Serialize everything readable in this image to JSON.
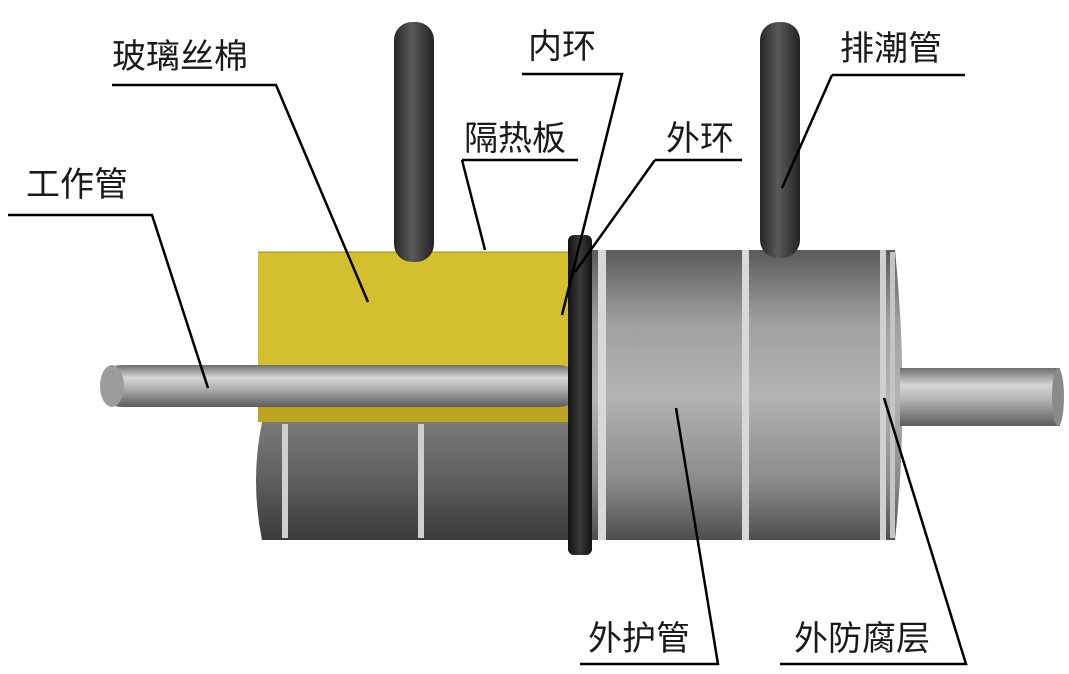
{
  "labels": {
    "glass_wool": "玻璃丝棉",
    "inner_ring": "内环",
    "drain_pipe": "排潮管",
    "insulation_board": "隔热板",
    "outer_ring": "外环",
    "work_pipe": "工作管",
    "jacket_pipe": "外护管",
    "anticorrosion_layer": "外防腐层"
  },
  "colors": {
    "insulation": "#d4bf2e",
    "insulation_shadow": "#b9a51f",
    "jacket": "#8e8e8e",
    "jacket_dark": "#4a4a4a",
    "pipe": "#a9a9a9",
    "vent_pipe": "#3c3c3c",
    "ring": "#1e1e1e",
    "leader": "#000000"
  }
}
